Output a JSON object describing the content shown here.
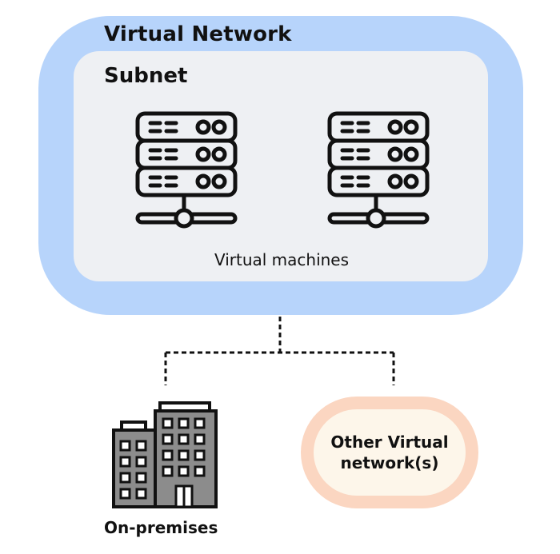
{
  "virtual_network": {
    "title": "Virtual Network",
    "color": "#b7d4fb"
  },
  "subnet": {
    "title": "Subnet",
    "color": "#eef0f3"
  },
  "virtual_machines": {
    "label": "Virtual machines",
    "count": 2,
    "icon": "server-rack-icon"
  },
  "on_premises": {
    "label": "On-premises",
    "icon": "office-building-icon"
  },
  "other_network": {
    "label_line1": "Other Virtual",
    "label_line2": "network(s)",
    "outer_color": "#fbd6c1",
    "inner_color": "#fdf6ea"
  },
  "connector": {
    "style": "dashed"
  }
}
